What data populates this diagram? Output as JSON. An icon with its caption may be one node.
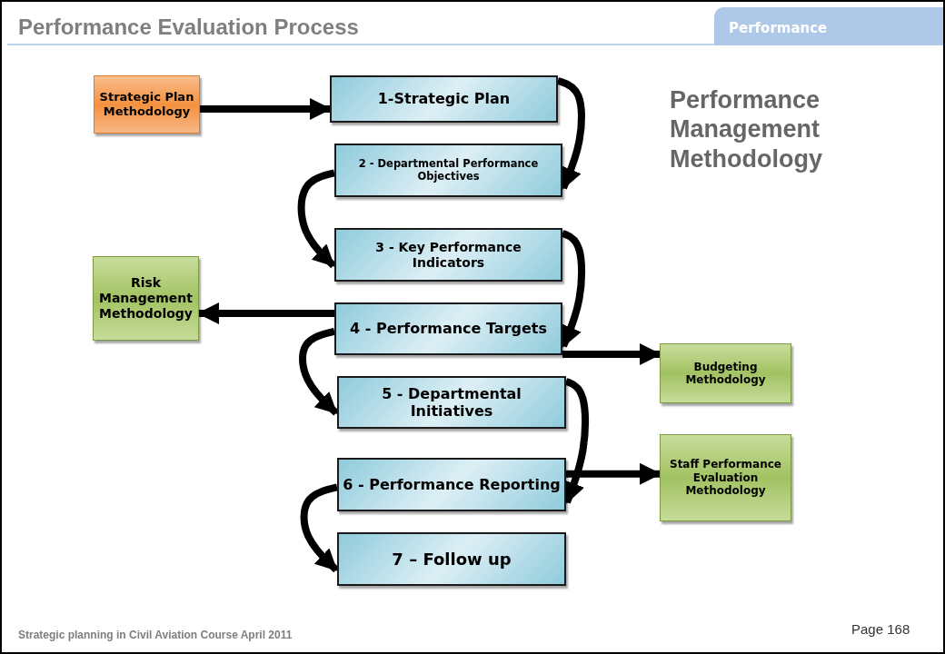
{
  "diagram": {
    "title": "Performance Evaluation Process",
    "nodes": [
      {
        "text": [
          "Strategic Plan Methodology"
        ]
      },
      {
        "text": [
          "1-Strategic Plan"
        ]
      },
      {
        "text": [
          "2 - Departmental Performance Objectives"
        ]
      },
      {
        "text": [
          "3 - Key Performance Indicators"
        ]
      },
      {
        "text": [
          "Risk Management Methodology"
        ]
      },
      {
        "text": [
          "4 - Performance Targets"
        ]
      },
      {
        "text": [
          "Budgeting Methodology"
        ]
      },
      {
        "text": [
          "5 - Departmental Initiatives"
        ]
      },
      {
        "text": [
          "Staff Performance Evaluation Methodology"
        ]
      },
      {
        "text": [
          "6  - Performance Reporting"
        ]
      },
      {
        "text": [
          "7  – Follow up"
        ]
      }
    ],
    "edges": [
      {
        "from": 0,
        "to": 1,
        "arrow": "to"
      },
      {
        "from": 1,
        "to": 2,
        "arrow": "to"
      },
      {
        "from": 2,
        "to": 3,
        "arrow": "to"
      },
      {
        "from": 3,
        "to": 5,
        "arrow": "to"
      },
      {
        "from": 5,
        "to": 4,
        "arrow": "to"
      },
      {
        "from": 5,
        "to": 7,
        "arrow": "to"
      },
      {
        "from": 5,
        "to": 6,
        "arrow": "to"
      },
      {
        "from": 7,
        "to": 9,
        "arrow": "to"
      },
      {
        "from": 9,
        "to": 8,
        "arrow": "to"
      },
      {
        "from": 9,
        "to": 10,
        "arrow": "to"
      }
    ],
    "labels": [
      "Performance",
      "Performance Management Methodology",
      "Strategic planning in Civil Aviation Course April 2011",
      "Page 168"
    ]
  }
}
